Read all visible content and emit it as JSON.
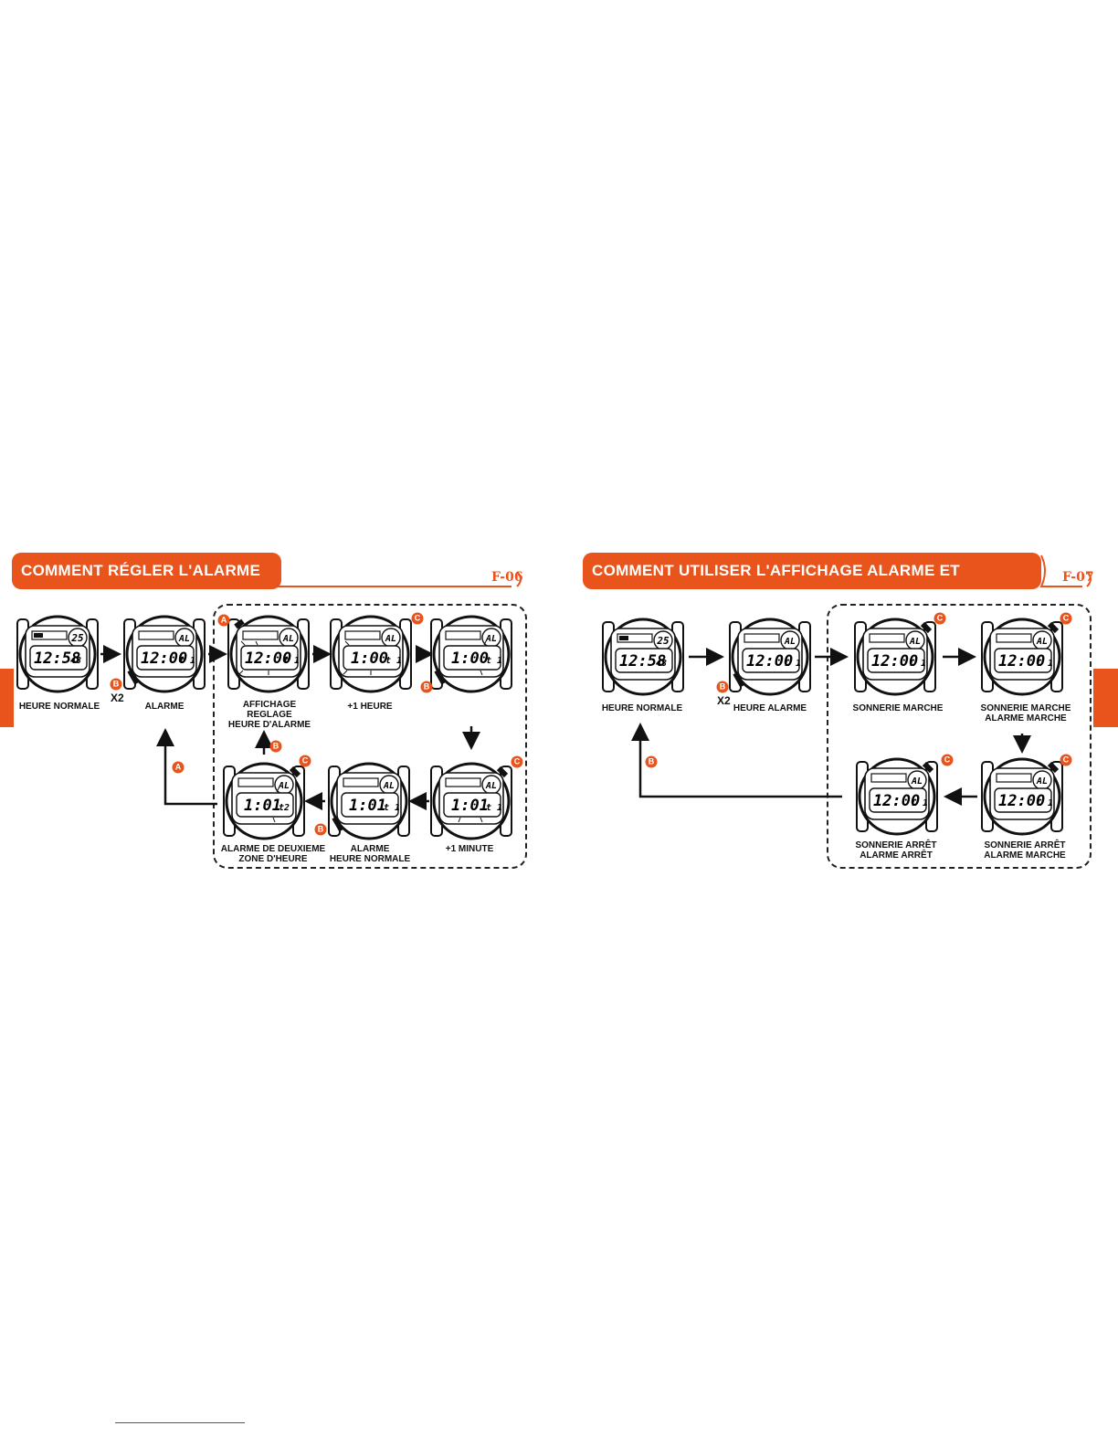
{
  "colors": {
    "accent": "#e8541c",
    "ink": "#111111"
  },
  "left_panel": {
    "title": "COMMENT RÉGLER L'ALARME",
    "page_code": "F-06",
    "captions": {
      "c1": "HEURE NORMALE",
      "c2": "ALARME",
      "c3a": "AFFICHAGE",
      "c3b": "REGLAGE",
      "c3c": "HEURE D'ALARME",
      "c4": "+1 HEURE",
      "c5": "+1 MINUTE",
      "c6a": "ALARME",
      "c6b": "HEURE NORMALE",
      "c7a": "ALARME DE DEUXIEME",
      "c7b": "ZONE D'HEURE"
    },
    "x2": "X2",
    "watches": {
      "w1": {
        "time": "12:58",
        "small": "48",
        "badge": "25"
      },
      "w2": {
        "time": "12:00",
        "small": "t 1",
        "badge": "AL"
      },
      "w3": {
        "time": "12:00",
        "small": "t 1",
        "badge": "AL"
      },
      "w4": {
        "time": "1:00",
        "small": "t 1",
        "badge": "AL"
      },
      "w5": {
        "time": "1:00",
        "small": "t 1",
        "badge": "AL"
      },
      "w6": {
        "time": "1:01",
        "small": "t 1",
        "badge": "AL"
      },
      "w7": {
        "time": "1:01",
        "small": "t 1",
        "badge": "AL"
      },
      "w8": {
        "time": "1:01",
        "small": "t2",
        "badge": "AL"
      }
    },
    "buttons": {
      "b1": "B",
      "b2": "A",
      "b3": "C",
      "b4": "B",
      "b5": "C",
      "b6": "B",
      "b7": "C",
      "b8": "B",
      "b9": "A"
    }
  },
  "right_panel": {
    "title": "COMMENT UTILISER L'AFFICHAGE ALARME ET CARILLON",
    "page_code": "F-07",
    "captions": {
      "c1": "HEURE NORMALE",
      "c2": "HEURE ALARME",
      "c3": "SONNERIE MARCHE",
      "c4a": "SONNERIE MARCHE",
      "c4b": "ALARME MARCHE",
      "c5a": "SONNERIE ARRÊT",
      "c5b": "ALARME MARCHE",
      "c6a": "SONNERIE ARRÊT",
      "c6b": "ALARME ARRÊT"
    },
    "x2": "X2",
    "watches": {
      "w1": {
        "time": "12:58",
        "small": "48",
        "badge": "25"
      },
      "w2": {
        "time": "12:00",
        "small": "L 1",
        "badge": "AL"
      },
      "w3": {
        "time": "12:00",
        "small": "L 1",
        "badge": "AL"
      },
      "w4": {
        "time": "12:00",
        "small": "L 1",
        "badge": "AL"
      },
      "w5": {
        "time": "12:00",
        "small": "L 1",
        "badge": "AL"
      },
      "w6": {
        "time": "12:00",
        "small": "L 1",
        "badge": "AL"
      }
    },
    "buttons": {
      "b1": "B",
      "b2": "C",
      "b3": "C",
      "b4": "C",
      "b5": "C",
      "b6": "B"
    }
  }
}
